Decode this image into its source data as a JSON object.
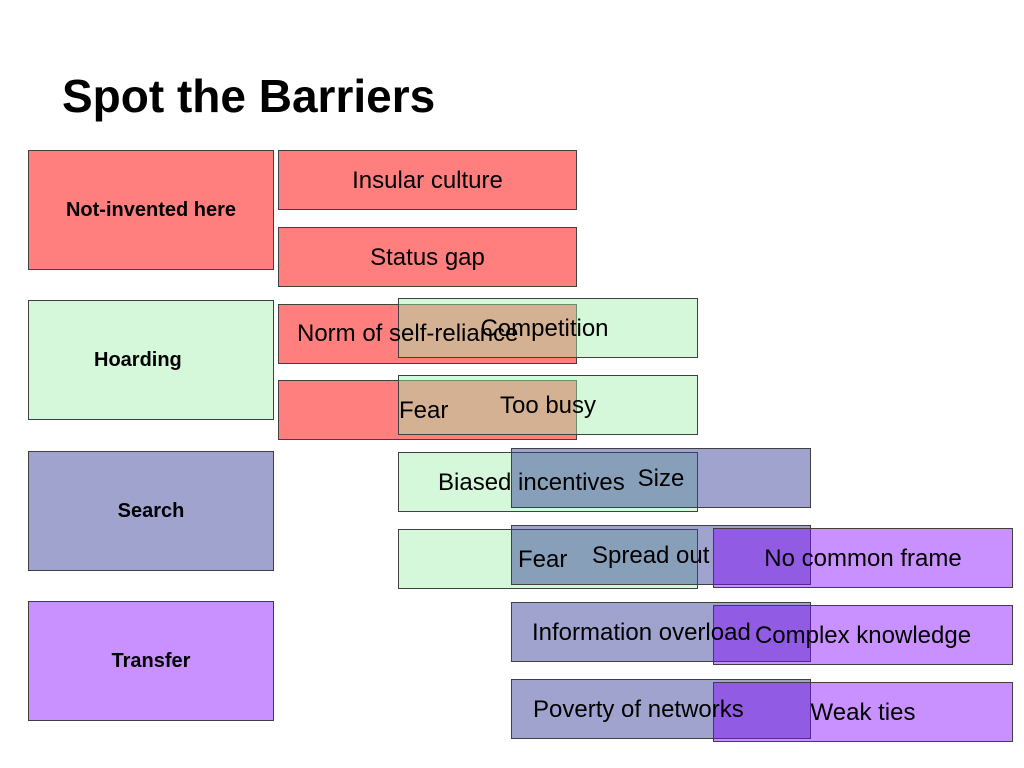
{
  "slide": {
    "title": "Spot the Barriers",
    "colors": {
      "not_invented_here": "#ff8080",
      "hoarding": "#d1f7d5",
      "search": "#9f9fcd",
      "transfer": "#c895fa"
    },
    "categories": {
      "not_invented_here": "Not-invented here",
      "hoarding": "Hoarding",
      "search": "Search",
      "transfer": "Transfer"
    },
    "not_invented_here_items": {
      "insular_culture": "Insular culture",
      "status_gap": "Status gap",
      "norm_self_reliance": "Norm of self-reliance",
      "fear": "Fear"
    },
    "hoarding_items": {
      "competition": "Competition",
      "too_busy": "Too busy",
      "biased_incentives": "Biased incentives",
      "fear": "Fear"
    },
    "search_items": {
      "size": "Size",
      "spread_out": "Spread out",
      "information_overload": "Information overload",
      "poverty_of_networks": "Poverty of networks"
    },
    "transfer_items": {
      "no_common_frame": "No common frame",
      "complex_knowledge": "Complex knowledge",
      "weak_ties": "Weak ties"
    }
  }
}
